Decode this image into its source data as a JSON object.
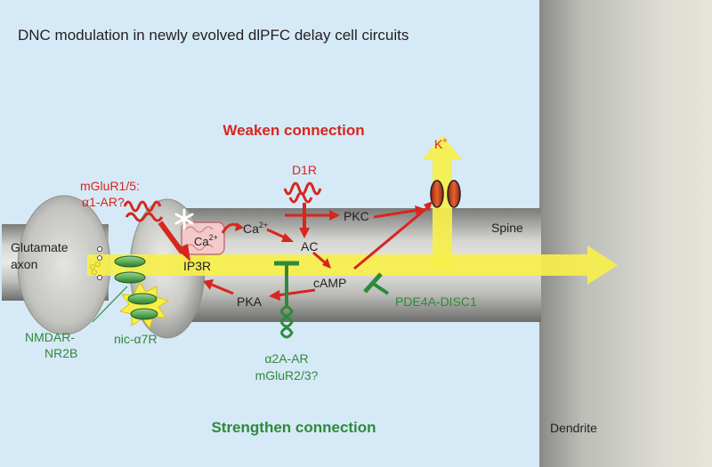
{
  "title": "DNC modulation in newly evolved dlPFC delay cell circuits",
  "weaken": "Weaken connection",
  "strengthen": "Strengthen connection",
  "labels": {
    "glutamate": "Glutamate",
    "axon": "axon",
    "mglur15": "mGluR1/5:",
    "a1ar": "α1-AR?",
    "d1r": "D1R",
    "ca": "Ca",
    "ca_sup": "2+",
    "ca_store": "Ca",
    "ca_store_sup": "2+",
    "pkc": "PKC",
    "ac": "AC",
    "ip3r": "IP3R",
    "camp": "cAMP",
    "pka": "PKA",
    "k": "K",
    "k_sup": "+",
    "spine": "Spine",
    "pde4a": "PDE4A-DISC1",
    "nmdar": "NMDAR-",
    "nr2b": "NR2B",
    "nic": "nic-α7R",
    "a2a": "α2A-AR",
    "mglur23": "mGluR2/3?",
    "dendrite": "Dendrite"
  },
  "colors": {
    "background": "#d6e9f7",
    "red": "#d7261e",
    "green": "#2f8a3a",
    "yellow": "#f7ef4a",
    "text": "#231f20"
  }
}
